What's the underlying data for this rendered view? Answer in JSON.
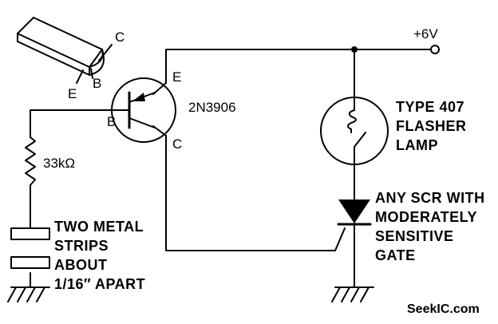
{
  "supply": {
    "label": "+6V"
  },
  "transistor": {
    "part": "2N3906",
    "pins": {
      "emitter": "E",
      "base": "B",
      "collector": "C"
    }
  },
  "package_sketch": {
    "pins": {
      "collector": "C",
      "base": "B",
      "emitter": "E"
    }
  },
  "resistor": {
    "value": "33kΩ"
  },
  "sensor": {
    "lines": [
      "TWO METAL",
      "STRIPS",
      "ABOUT",
      "1/16″ APART"
    ]
  },
  "lamp": {
    "lines": [
      "TYPE 407",
      "FLASHER",
      "LAMP"
    ]
  },
  "scr": {
    "lines": [
      "ANY SCR WITH",
      "MODERATELY",
      "SENSITIVE",
      "GATE"
    ]
  },
  "watermark": "SeekIC.com"
}
